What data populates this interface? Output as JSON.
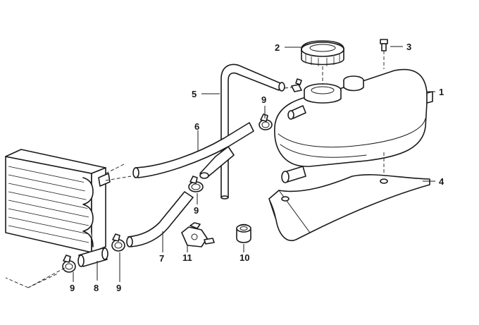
{
  "callouts": [
    {
      "id": "c1",
      "label": "1"
    },
    {
      "id": "c2",
      "label": "2"
    },
    {
      "id": "c3",
      "label": "3"
    },
    {
      "id": "c4",
      "label": "4"
    },
    {
      "id": "c5",
      "label": "5"
    },
    {
      "id": "c6",
      "label": "6"
    },
    {
      "id": "c7",
      "label": "7"
    },
    {
      "id": "c8",
      "label": "8"
    },
    {
      "id": "c9a",
      "label": "9"
    },
    {
      "id": "c9b",
      "label": "9"
    },
    {
      "id": "c9c",
      "label": "9"
    },
    {
      "id": "c9d",
      "label": "9"
    },
    {
      "id": "c10",
      "label": "10"
    },
    {
      "id": "c11",
      "label": "11"
    }
  ]
}
